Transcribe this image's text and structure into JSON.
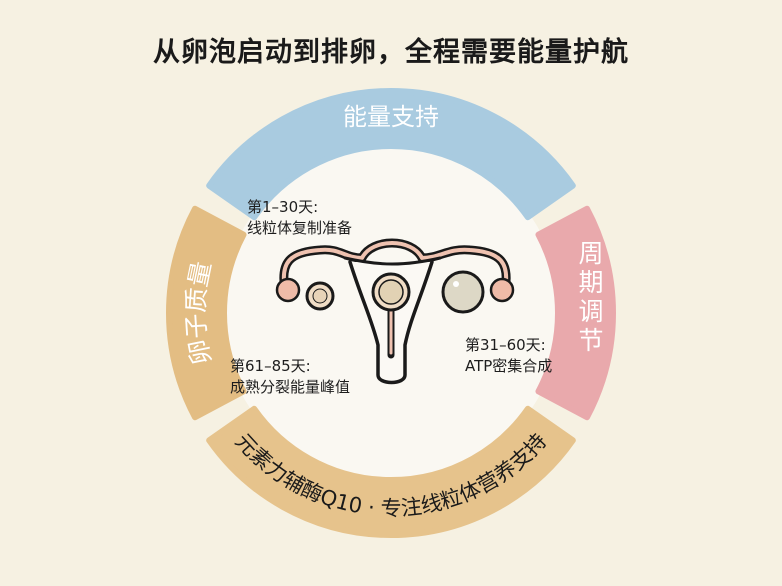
{
  "title": "从卵泡启动到排卵，全程需要能量护航",
  "ring": {
    "top": {
      "label": "能量支持",
      "color": "#a9cbe0"
    },
    "right": {
      "label": "周期调节",
      "color": "#e9a9ac"
    },
    "bottom": {
      "label": "元素力辅酶Q10 · 专注线粒体营养支持",
      "color": "#e6c38c"
    },
    "left": {
      "label": "卵子质量",
      "color": "#e3bd83"
    }
  },
  "stages": [
    {
      "day": "第1–30天:",
      "desc": "线粒体复制准备"
    },
    {
      "day": "第31–60天:",
      "desc": "ATP密集合成"
    },
    {
      "day": "第61–85天:",
      "desc": "成熟分裂能量峰值"
    }
  ]
}
